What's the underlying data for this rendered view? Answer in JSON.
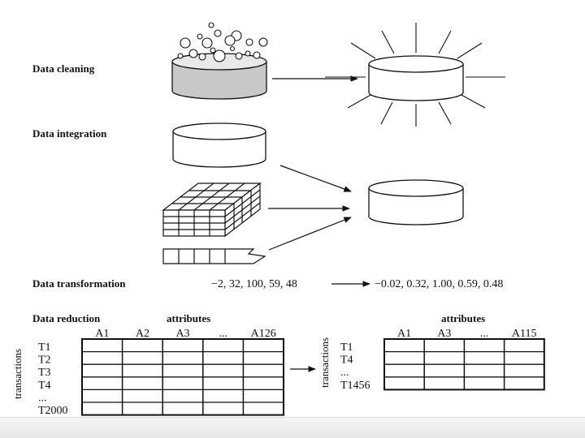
{
  "sections": {
    "cleaning": "Data cleaning",
    "integration": "Data integration",
    "transformation": "Data transformation",
    "reduction": "Data reduction"
  },
  "transformation": {
    "input": "−2, 32, 100, 59, 48",
    "output": "−0.02, 0.32, 1.00, 0.59, 0.48"
  },
  "reduction": {
    "attributes_label": "attributes",
    "transactions_label": "transactions",
    "left_table": {
      "columns": [
        "A1",
        "A2",
        "A3",
        "...",
        "A126"
      ],
      "rows": [
        "T1",
        "T2",
        "T3",
        "T4",
        "...",
        "T2000"
      ]
    },
    "right_table": {
      "columns": [
        "A1",
        "A3",
        "...",
        "A115"
      ],
      "rows": [
        "T1",
        "T4",
        "...",
        "T1456"
      ]
    }
  },
  "icons": [
    "dirty-database-icon",
    "clean-database-icon",
    "database-icon",
    "data-cube-icon",
    "flat-file-icon",
    "arrow-icon"
  ]
}
